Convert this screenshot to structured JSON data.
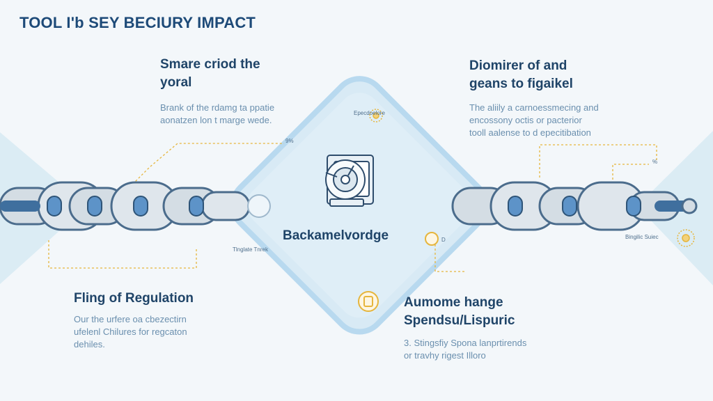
{
  "title": "TOOL I'b SEY BECIURY IMPACT",
  "top_left": {
    "heading": [
      "Smare criod the",
      "yoral"
    ],
    "body": [
      "Brank of the rdamg ta ppatie",
      "aonatzen lon t marge wede."
    ]
  },
  "top_right": {
    "heading": [
      "Diomirer of and",
      "geans to figaikel"
    ],
    "body": [
      "The aliily a carnoessmecing and",
      "encossony octis or pacterior",
      "tooll aalense to d epecitibation"
    ]
  },
  "bottom_left": {
    "heading": [
      "Fling of Regulation"
    ],
    "body": [
      "Our the urfere oa cbezectirn",
      "ufelenl Chilures for regcaton",
      "dehiles."
    ]
  },
  "bottom_right": {
    "heading": [
      "Aumome hange",
      "Spendsu/Lispuric"
    ],
    "body": [
      "3. Stingsfiy Spona lanprtirends",
      "or travhy rigest Illoro"
    ]
  },
  "center": {
    "label": "Backamelvordge",
    "icon": "vault-document-icon"
  },
  "small_labels": {
    "top_center": "Epecdoelore",
    "pct": "9%",
    "mid_left": "Tlnglate Tnrek",
    "top_right_marker": "%",
    "mid_right": "Bingilic Suiec",
    "center_right": "D"
  },
  "colors": {
    "title": "#1d4a78",
    "heading": "#1f4468",
    "body": "#6a8fae",
    "chain_fill": "#d4dde4",
    "chain_stroke": "#4b6c8c",
    "accent_blue": "#5d93c8",
    "dashed": "#e6b53c",
    "diamond": "#d8eaf5"
  }
}
